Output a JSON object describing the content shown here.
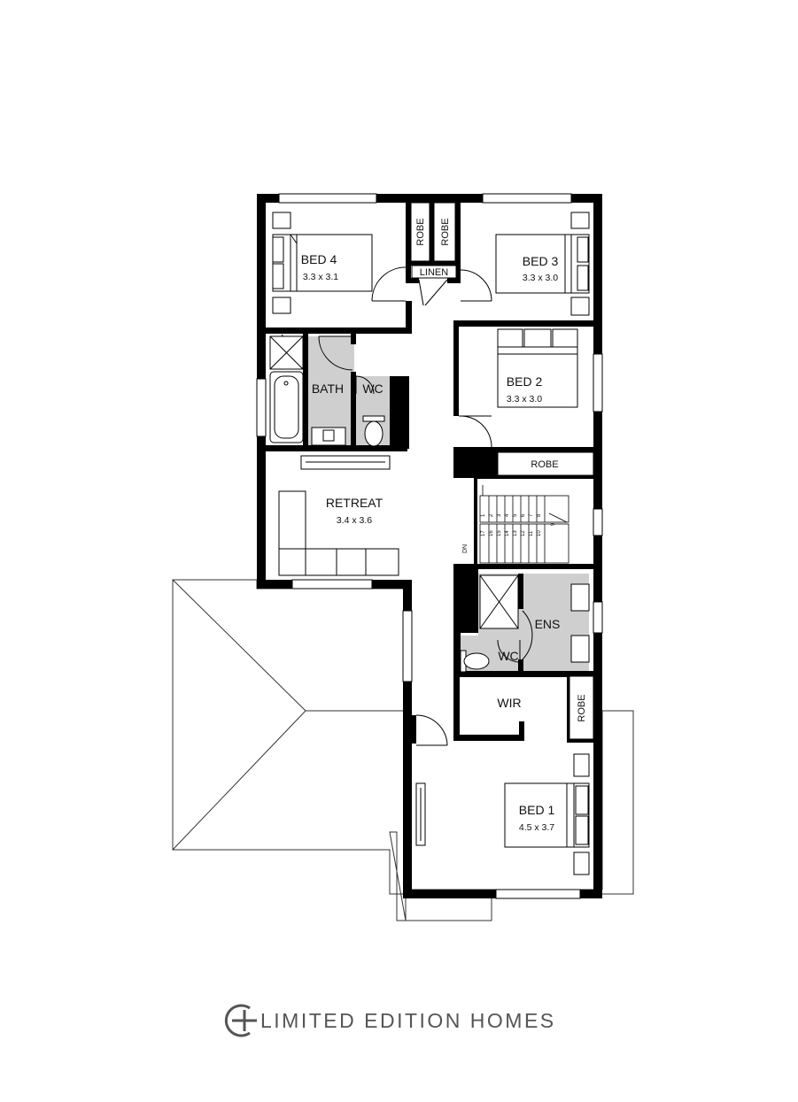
{
  "rooms": {
    "bed4": {
      "name": "BED 4",
      "dims": "3.3 x 3.1"
    },
    "bed3": {
      "name": "BED 3",
      "dims": "3.3 x 3.0"
    },
    "bed2": {
      "name": "BED 2",
      "dims": "3.3 x 3.0"
    },
    "bed1": {
      "name": "BED 1",
      "dims": "4.5 x 3.7"
    },
    "retreat": {
      "name": "RETREAT",
      "dims": "3.4 x 3.6"
    },
    "bath": {
      "name": "BATH"
    },
    "wc_main": {
      "name": "WC"
    },
    "wc_ens": {
      "name": "WC"
    },
    "ens": {
      "name": "ENS"
    },
    "wir": {
      "name": "WIR"
    },
    "linen": {
      "name": "LINEN"
    },
    "robe_bed4": {
      "name": "ROBE"
    },
    "robe_bed3": {
      "name": "ROBE"
    },
    "robe_bed2": {
      "name": "ROBE"
    },
    "robe_bed1": {
      "name": "ROBE"
    }
  },
  "stairs": {
    "direction_label": "DN",
    "upper_steps": [
      "1",
      "2",
      "3",
      "4",
      "5",
      "6",
      "7",
      "8"
    ],
    "landing": "9",
    "lower_steps": [
      "17",
      "16",
      "15",
      "14",
      "13",
      "12",
      "11",
      "10"
    ]
  },
  "brand": {
    "name": "LIMITED EDITION HOMES"
  },
  "colors": {
    "wall": "#000000",
    "wet_area": "#cfcfcf",
    "line": "#333333"
  }
}
